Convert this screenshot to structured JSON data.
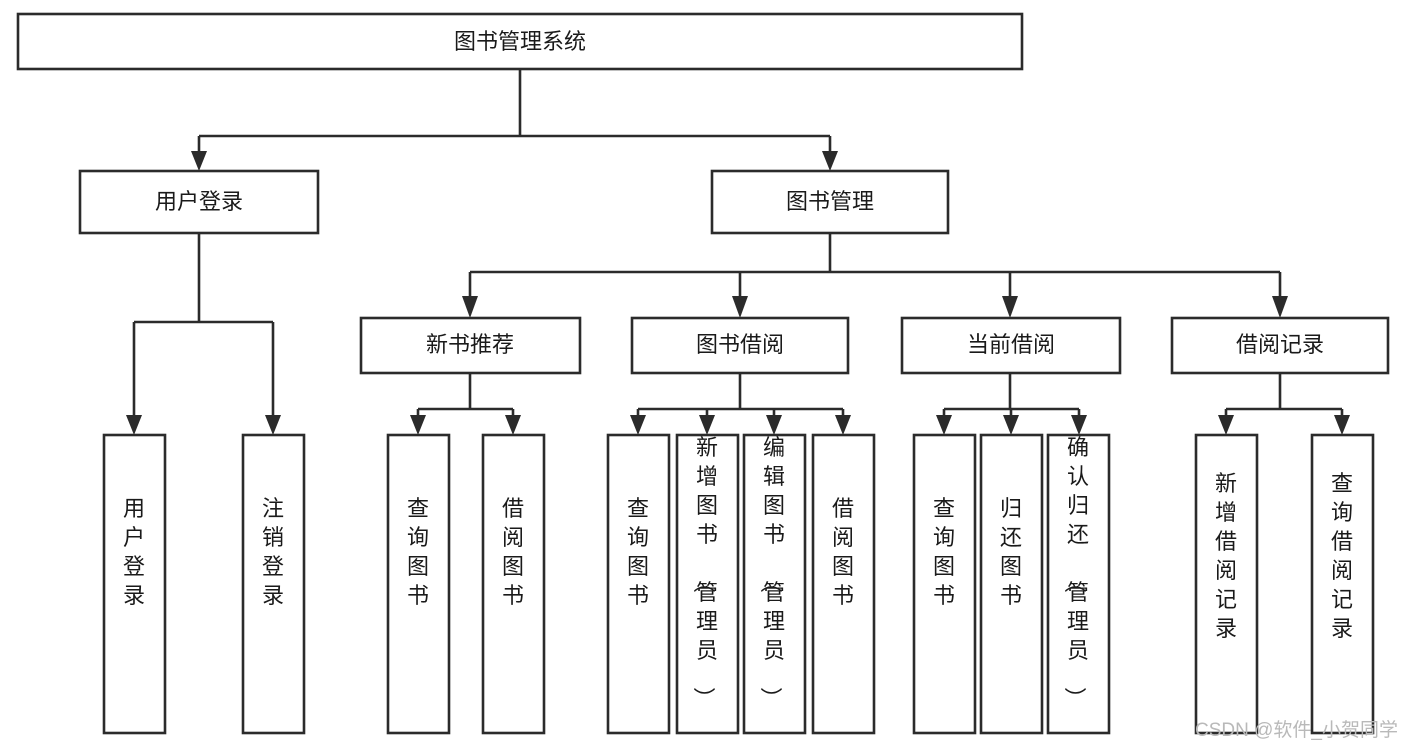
{
  "diagram": {
    "title": "图书管理系统",
    "type": "tree-hierarchy",
    "orientation": "top-down",
    "root": {
      "label": "图书管理系统"
    },
    "level2": [
      {
        "label": "用户登录"
      },
      {
        "label": "图书管理"
      }
    ],
    "level3": [
      {
        "label": "新书推荐"
      },
      {
        "label": "图书借阅"
      },
      {
        "label": "当前借阅"
      },
      {
        "label": "借阅记录"
      }
    ],
    "leaves": {
      "user_login": [
        {
          "label": "用户登录"
        },
        {
          "label": "注销登录"
        }
      ],
      "new_book_recommend": [
        {
          "label": "查询图书"
        },
        {
          "label": "借阅图书"
        }
      ],
      "book_borrow": [
        {
          "label": "查询图书"
        },
        {
          "label": "新增图书（管理员）"
        },
        {
          "label": "编辑图书（管理员）"
        },
        {
          "label": "借阅图书"
        }
      ],
      "current_borrow": [
        {
          "label": "查询图书"
        },
        {
          "label": "归还图书"
        },
        {
          "label": "确认归还（管理员）"
        }
      ],
      "borrow_records": [
        {
          "label": "新增借阅记录"
        },
        {
          "label": "查询借阅记录"
        }
      ]
    }
  },
  "watermark": {
    "text": "CSDN @软件_小贺同学"
  },
  "colors": {
    "stroke": "#2b2b2b",
    "fill": "#ffffff",
    "text": "#1a1a1a",
    "watermark": "#b9b9b9"
  }
}
